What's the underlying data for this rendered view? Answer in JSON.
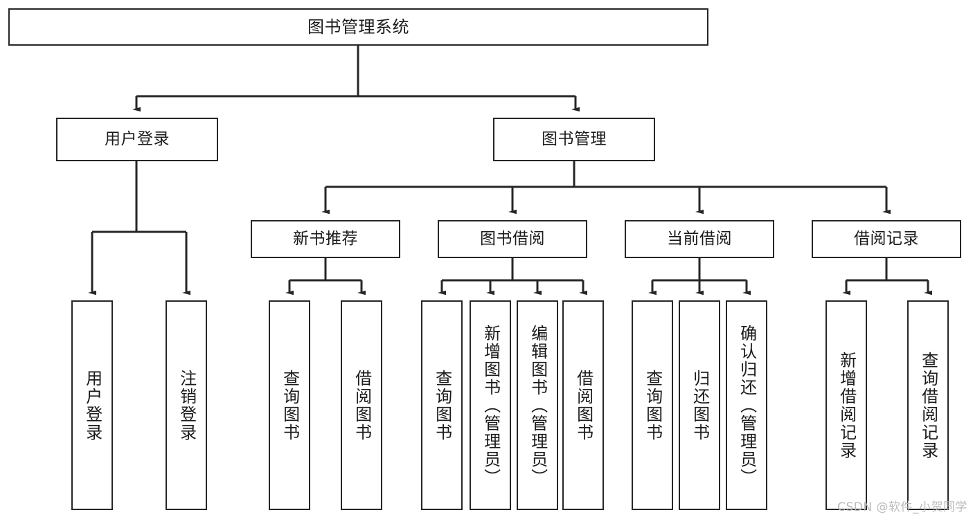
{
  "diagram": {
    "title": "图书管理系统",
    "watermark": "CSDN @软件_小贺同学",
    "colors": {
      "box_border": "#262626",
      "box_fill": "#ffffff",
      "edge": "#262626",
      "text": "#1a1a1a",
      "watermark": "#b9b9b9"
    },
    "nodes": {
      "root": "图书管理系统",
      "level2": [
        "用户登录",
        "图书管理"
      ],
      "level3": [
        "新书推荐",
        "图书借阅",
        "当前借阅",
        "借阅记录"
      ],
      "leaves_user_login": [
        "用户登录",
        "注销登录"
      ],
      "leaves_new_book": [
        "查询图书",
        "借阅图书"
      ],
      "leaves_borrow": [
        "查询图书",
        "新增图书（管理员）",
        "编辑图书（管理员）",
        "借阅图书"
      ],
      "leaves_current": [
        "查询图书",
        "归还图书",
        "确认归还（管理员）"
      ],
      "leaves_records": [
        "新增借阅记录",
        "查询借阅记录"
      ]
    }
  }
}
